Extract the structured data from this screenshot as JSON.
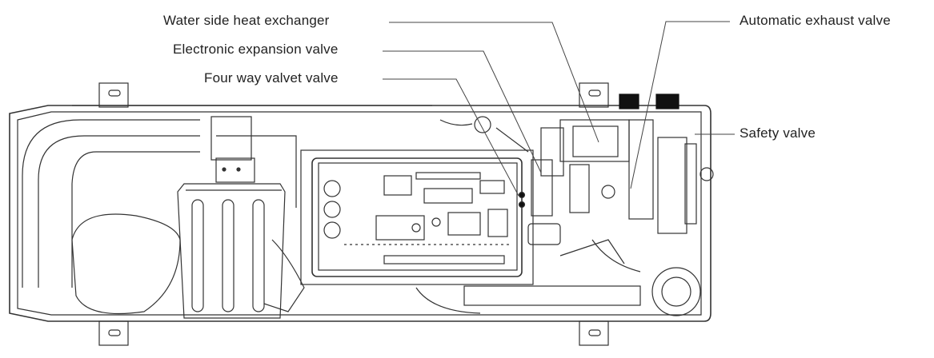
{
  "labels": {
    "water_side_heat_exchanger": "Water side heat exchanger",
    "electronic_expansion_valve": "Electronic expansion valve",
    "four_way_valve": "Four way valvet valve",
    "automatic_exhaust_valve": "Automatic exhaust valve",
    "safety_valve": "Safety valve"
  },
  "colors": {
    "line": "#333333",
    "background": "#ffffff",
    "valve_cap": "#111111"
  }
}
